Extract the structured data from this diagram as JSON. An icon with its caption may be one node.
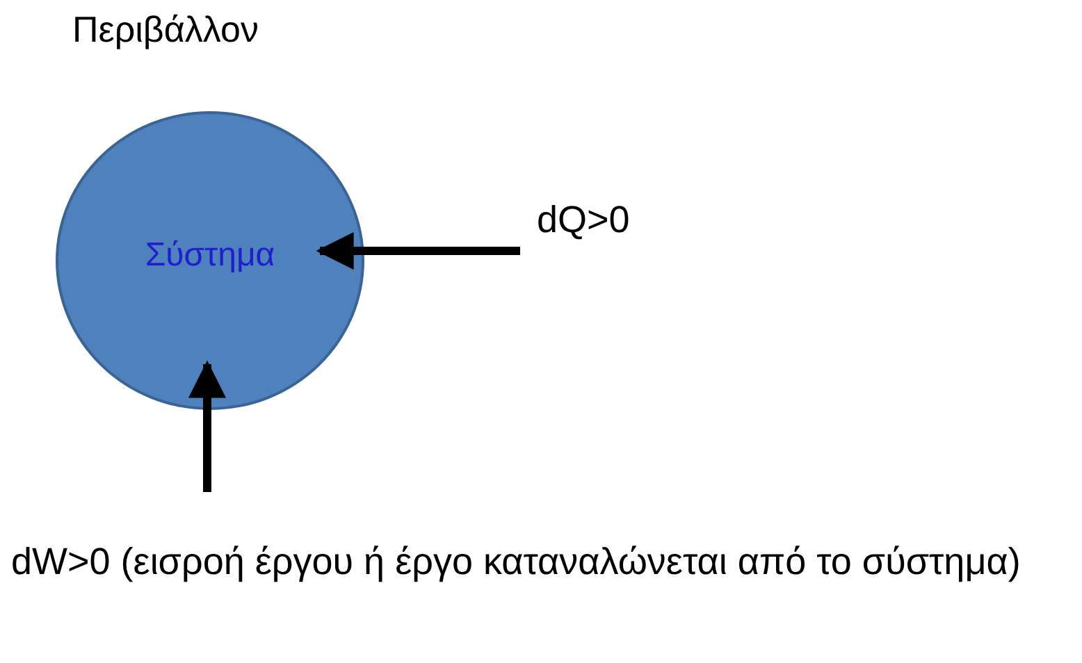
{
  "diagram": {
    "nodes": [
      {
        "text": [
          "Σύστημα"
        ]
      },
      {
        "text": [
          "dQ>0"
        ]
      },
      {
        "text": [
          "dW>0 (εισροή έργου ή έργο καταναλώνεται από το σύστημα)"
        ]
      }
    ],
    "edges": [
      {
        "from": 1,
        "to": 0,
        "arrow": "to"
      },
      {
        "from": 2,
        "to": 0,
        "arrow": "to"
      }
    ],
    "labels": [
      "Περιβάλλον"
    ]
  }
}
